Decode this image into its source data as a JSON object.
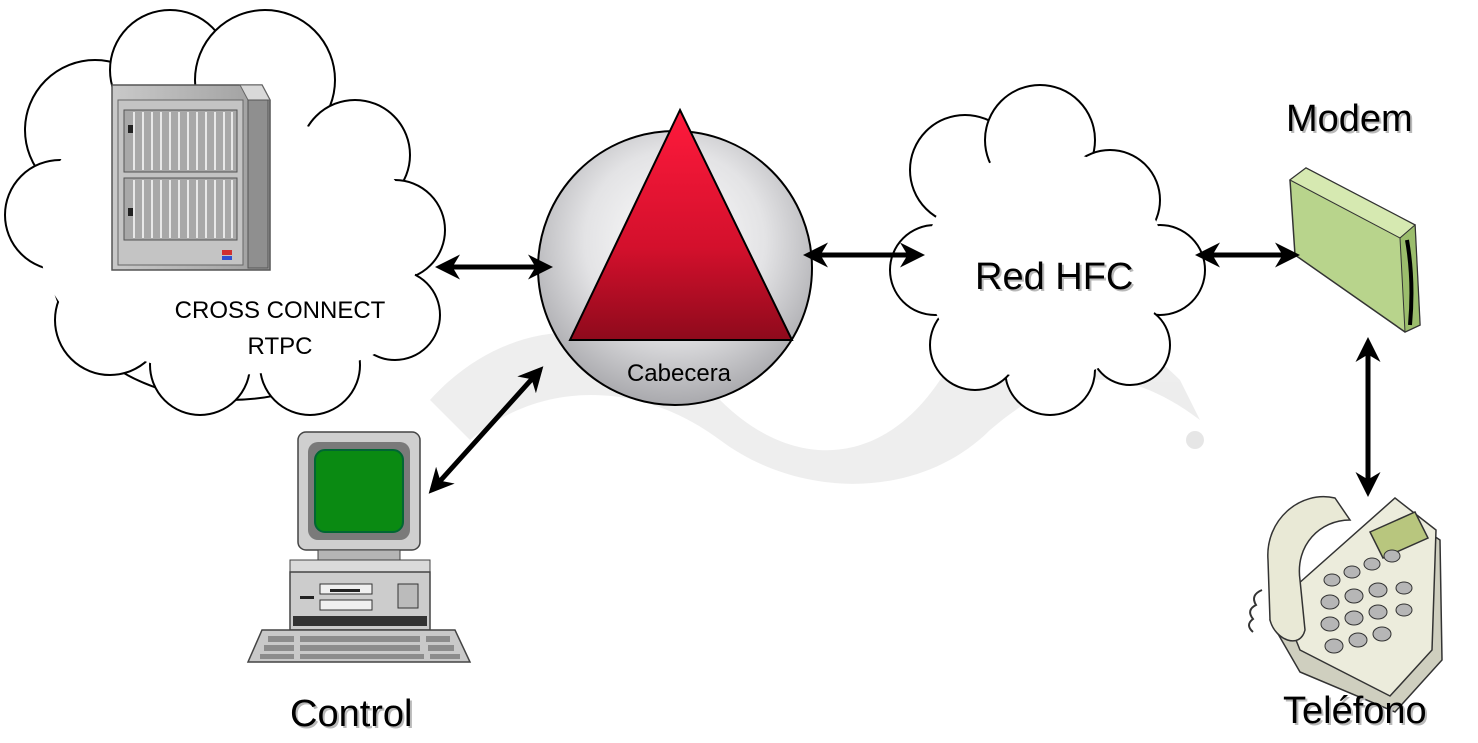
{
  "labels": {
    "modem": "Modem",
    "red_hfc": "Red HFC",
    "control": "Control",
    "telefono": "Teléfono",
    "cabecera": "Cabecera",
    "cross_connect": "CROSS CONNECT",
    "rtpc": "RTPC"
  },
  "colors": {
    "triangle": "#c8102e",
    "sphere": "#d2d2d4",
    "modem": "#b8d48c",
    "screen": "#0a8a12",
    "watermark": "#e6e6e6"
  },
  "icons": [
    "cloud-icon",
    "server-rack-icon",
    "sphere-icon",
    "triangle-icon",
    "modem-icon",
    "computer-icon",
    "telephone-icon",
    "double-arrow-icon"
  ]
}
